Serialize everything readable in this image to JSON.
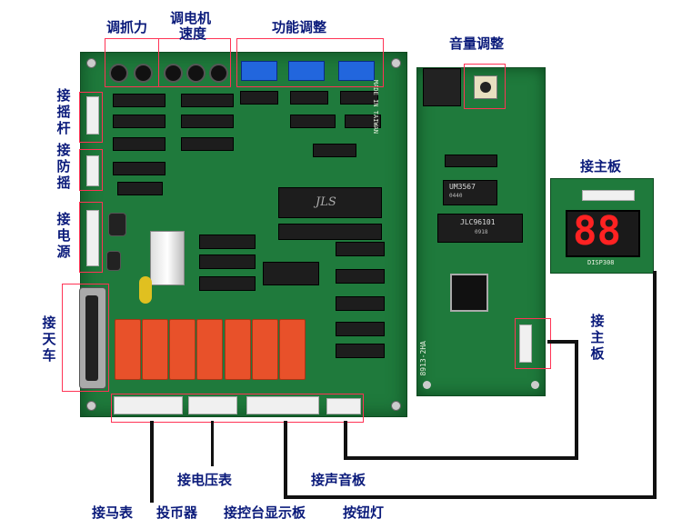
{
  "labels": {
    "claw_strength": "调抓力",
    "motor_speed_line1": "调电机",
    "motor_speed_line2": "速度",
    "function_adjust": "功能调整",
    "volume_adjust": "音量调整",
    "to_main_board_top": "接主板",
    "joystick": [
      "接",
      "摇",
      "杆"
    ],
    "anti_shake": [
      "接",
      "防",
      "摇"
    ],
    "power": [
      "接",
      "电",
      "源"
    ],
    "crane": [
      "接",
      "天",
      "车"
    ],
    "to_main_board_side": [
      "接",
      "主",
      "板"
    ],
    "voltmeter": "接电压表",
    "sound_board": "接声音板",
    "motor_meter": "接马表",
    "coin_acceptor": "投币器",
    "console_display": "接控台显示板",
    "button_light": "按钮灯"
  },
  "board_markings": {
    "main_chip": "JLS",
    "um_chip": "UM3567",
    "um_chip_sub": "0440",
    "jlc_chip": "JLC96101",
    "jlc_sub": "0918",
    "made_in": "MADE IN TAIWAN",
    "side_code": "8913-2HA",
    "display_digits": "88",
    "display_code": "DISP308"
  },
  "colors": {
    "pcb": "#1f7a3c",
    "pcb_dark": "#145a2a",
    "label_text": "#0a1a7a",
    "highlight_box": "#ff3355",
    "relay": "#e8512a"
  }
}
